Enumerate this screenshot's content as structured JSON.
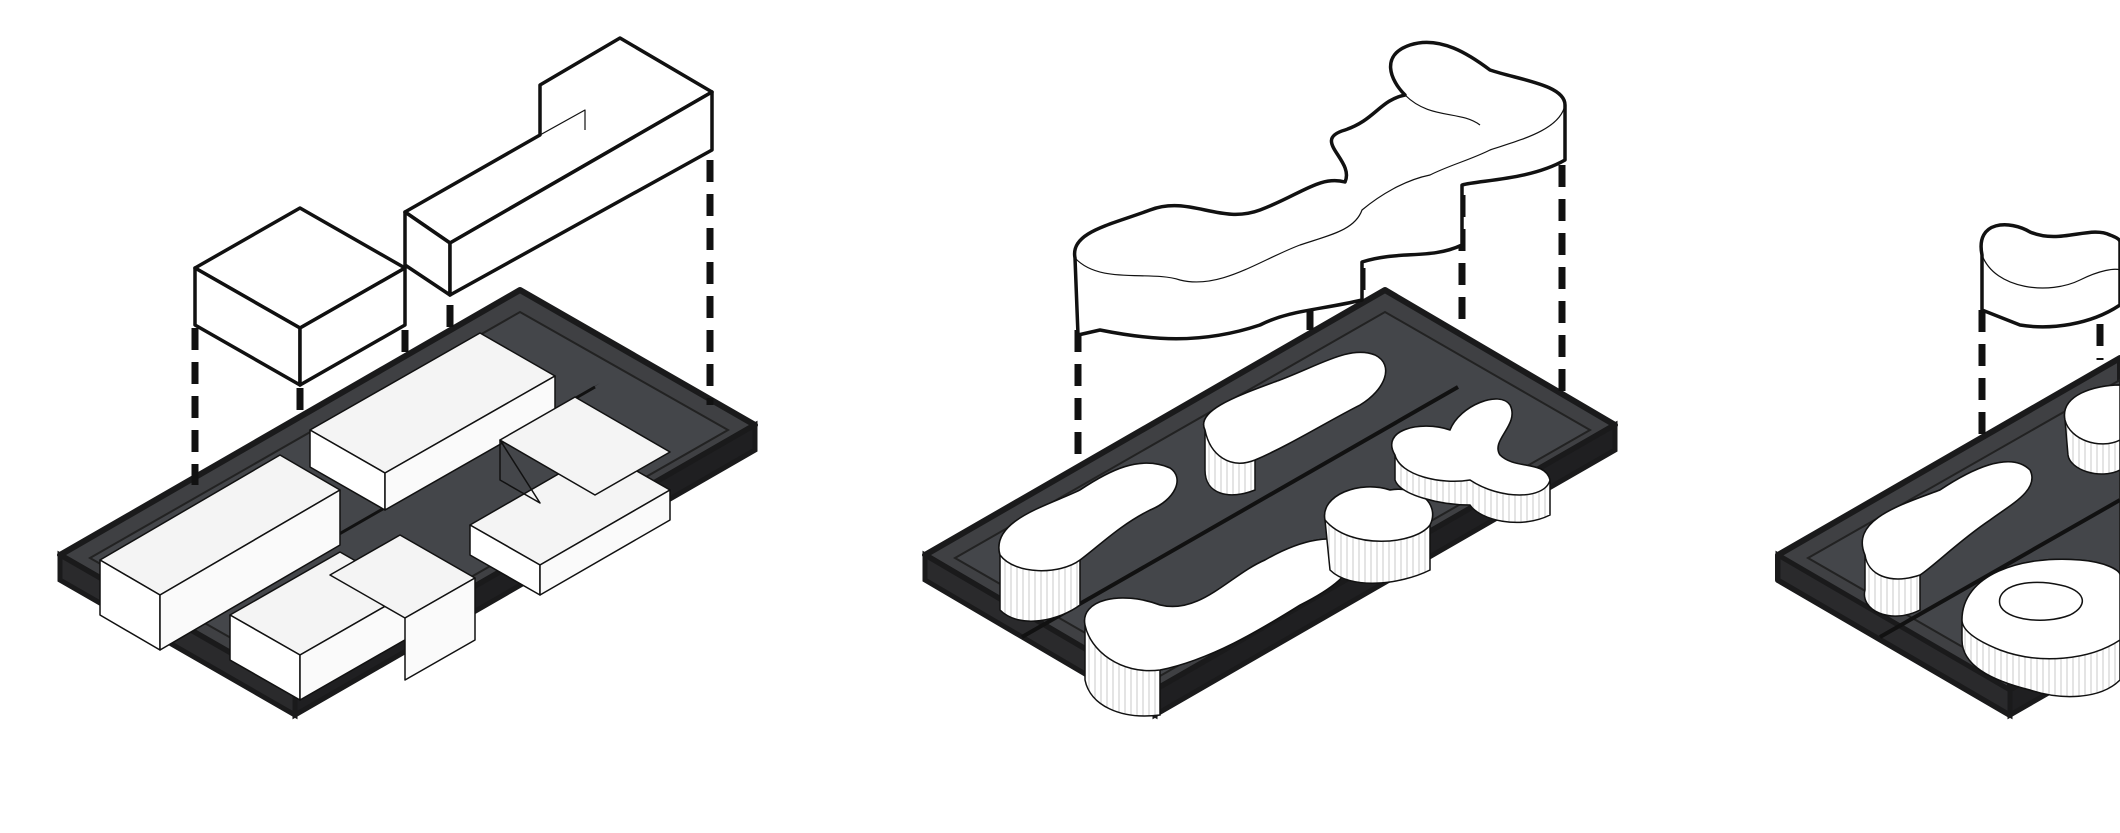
{
  "diagram": {
    "panels": [
      {
        "id": "rectilinear",
        "style": "boxes"
      },
      {
        "id": "organic",
        "style": "blobs"
      },
      {
        "id": "cylinders",
        "style": "rounded"
      }
    ],
    "colors": {
      "tray_dark": "#2f2f31",
      "tray_floor": "#3f4043",
      "tray_edge": "#1a1a1b",
      "volume_fill": "#ffffff",
      "stroke": "#111111"
    }
  }
}
